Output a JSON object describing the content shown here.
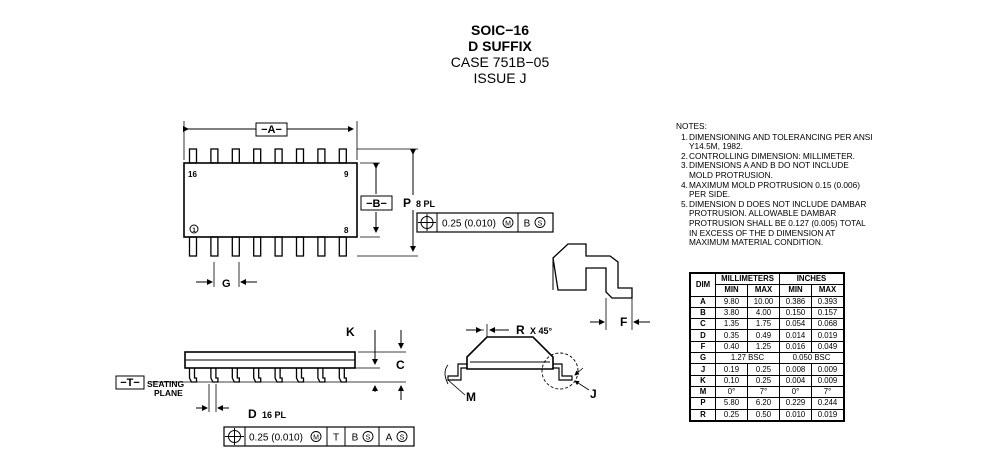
{
  "title": {
    "package": "SOIC−16",
    "suffix": "D SUFFIX",
    "case": "CASE 751B−05",
    "issue": "ISSUE J"
  },
  "top_view": {
    "datum_a": "−A−",
    "datum_b": "−B−",
    "pin16": "16",
    "pin9": "9",
    "pin8": "8",
    "pin1": "1",
    "dim_p": "P",
    "p_count": "8 PL",
    "dim_g": "G",
    "fcf": {
      "value": "0.25 (0.010)",
      "modifier": "M",
      "datum": "B",
      "datum_mod": "S"
    }
  },
  "side_view": {
    "dim_k": "K",
    "dim_c": "C",
    "datum_t": "−T−",
    "seating1": "SEATING",
    "seating2": "PLANE",
    "dim_d": "D",
    "d_count": "16 PL",
    "fcf": {
      "value": "0.25 (0.010)",
      "modifier": "M",
      "d1": "T",
      "d2": "B",
      "d2_mod": "S",
      "d3": "A",
      "d3_mod": "S"
    }
  },
  "end_view": {
    "dim_r": "R",
    "r_angle": "X 45°",
    "dim_m": "M",
    "dim_j": "J",
    "dim_f": "F"
  },
  "notes": {
    "heading": "NOTES:",
    "items": [
      {
        "num": "1.",
        "lines": [
          "DIMENSIONING AND TOLERANCING PER ANSI",
          "Y14.5M, 1982."
        ]
      },
      {
        "num": "2.",
        "lines": [
          "CONTROLLING DIMENSION: MILLIMETER."
        ]
      },
      {
        "num": "3.",
        "lines": [
          "DIMENSIONS A AND B DO NOT INCLUDE",
          "MOLD PROTRUSION."
        ]
      },
      {
        "num": "4.",
        "lines": [
          "MAXIMUM MOLD PROTRUSION 0.15 (0.006)",
          "PER SIDE."
        ]
      },
      {
        "num": "5.",
        "lines": [
          "DIMENSION D DOES NOT INCLUDE DAMBAR",
          "PROTRUSION.  ALLOWABLE DAMBAR",
          "PROTRUSION SHALL BE 0.127 (0.005) TOTAL",
          "IN EXCESS OF THE D DIMENSION AT",
          "MAXIMUM MATERIAL CONDITION."
        ]
      }
    ]
  },
  "dim_table": {
    "h_dim": "DIM",
    "h_mm": "MILLIMETERS",
    "h_in": "INCHES",
    "h_min": "MIN",
    "h_max": "MAX",
    "rows": [
      {
        "dim": "A",
        "mm_min": "9.80",
        "mm_max": "10.00",
        "in_min": "0.386",
        "in_max": "0.393"
      },
      {
        "dim": "B",
        "mm_min": "3.80",
        "mm_max": "4.00",
        "in_min": "0.150",
        "in_max": "0.157"
      },
      {
        "dim": "C",
        "mm_min": "1.35",
        "mm_max": "1.75",
        "in_min": "0.054",
        "in_max": "0.068"
      },
      {
        "dim": "D",
        "mm_min": "0.35",
        "mm_max": "0.49",
        "in_min": "0.014",
        "in_max": "0.019"
      },
      {
        "dim": "F",
        "mm_min": "0.40",
        "mm_max": "1.25",
        "in_min": "0.016",
        "in_max": "0.049"
      },
      {
        "dim": "J",
        "mm_min": "0.19",
        "mm_max": "0.25",
        "in_min": "0.008",
        "in_max": "0.009"
      },
      {
        "dim": "K",
        "mm_min": "0.10",
        "mm_max": "0.25",
        "in_min": "0.004",
        "in_max": "0.009"
      },
      {
        "dim": "M",
        "mm_min": "0°",
        "mm_max": "7°",
        "in_min": "0°",
        "in_max": "7°"
      },
      {
        "dim": "P",
        "mm_min": "5.80",
        "mm_max": "6.20",
        "in_min": "0.229",
        "in_max": "0.244"
      },
      {
        "dim": "R",
        "mm_min": "0.25",
        "mm_max": "0.50",
        "in_min": "0.010",
        "in_max": "0.019"
      }
    ],
    "g_row": {
      "dim": "G",
      "mm_bsc": "1.27 BSC",
      "in_bsc": "0.050 BSC"
    }
  }
}
